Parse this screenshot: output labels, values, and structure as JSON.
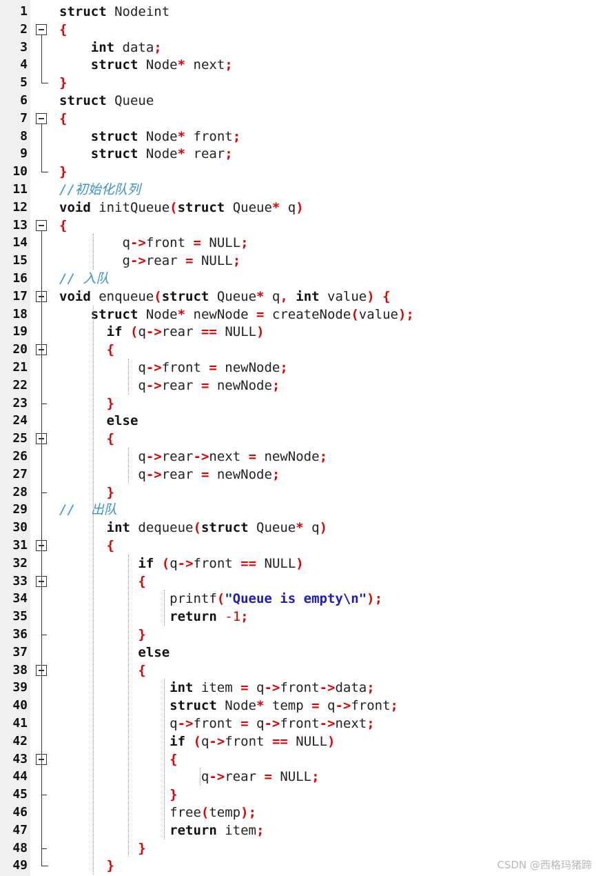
{
  "lines": [
    {
      "n": "1",
      "t": [
        [
          "kw",
          "struct"
        ],
        [
          "id",
          " Nodeint"
        ]
      ]
    },
    {
      "n": "2",
      "t": [
        [
          "br",
          "{"
        ]
      ]
    },
    {
      "n": "3",
      "t": [
        [
          "id",
          "    "
        ],
        [
          "kw",
          "int"
        ],
        [
          "id",
          " data"
        ],
        [
          "op",
          ";"
        ]
      ]
    },
    {
      "n": "4",
      "t": [
        [
          "id",
          "    "
        ],
        [
          "kw",
          "struct"
        ],
        [
          "id",
          " Node"
        ],
        [
          "op",
          "*"
        ],
        [
          "id",
          " next"
        ],
        [
          "op",
          ";"
        ]
      ]
    },
    {
      "n": "5",
      "t": [
        [
          "br",
          "}"
        ]
      ]
    },
    {
      "n": "6",
      "t": [
        [
          "kw",
          "struct"
        ],
        [
          "id",
          " Queue"
        ]
      ]
    },
    {
      "n": "7",
      "t": [
        [
          "br",
          "{"
        ]
      ]
    },
    {
      "n": "8",
      "t": [
        [
          "id",
          "    "
        ],
        [
          "kw",
          "struct"
        ],
        [
          "id",
          " Node"
        ],
        [
          "op",
          "*"
        ],
        [
          "id",
          " front"
        ],
        [
          "op",
          ";"
        ]
      ]
    },
    {
      "n": "9",
      "t": [
        [
          "id",
          "    "
        ],
        [
          "kw",
          "struct"
        ],
        [
          "id",
          " Node"
        ],
        [
          "op",
          "*"
        ],
        [
          "id",
          " rear"
        ],
        [
          "op",
          ";"
        ]
      ]
    },
    {
      "n": "10",
      "t": [
        [
          "br",
          "}"
        ]
      ]
    },
    {
      "n": "11",
      "t": [
        [
          "cm",
          "//初始化队列"
        ]
      ]
    },
    {
      "n": "12",
      "t": [
        [
          "kw",
          "void"
        ],
        [
          "id",
          " initQueue"
        ],
        [
          "op",
          "("
        ],
        [
          "kw",
          "struct"
        ],
        [
          "id",
          " Queue"
        ],
        [
          "op",
          "*"
        ],
        [
          "id",
          " q"
        ],
        [
          "op",
          ")"
        ]
      ]
    },
    {
      "n": "13",
      "t": [
        [
          "br",
          "{"
        ]
      ]
    },
    {
      "n": "14",
      "t": [
        [
          "id",
          "        q"
        ],
        [
          "op",
          "->"
        ],
        [
          "id",
          "front "
        ],
        [
          "op",
          "="
        ],
        [
          "id",
          " NULL"
        ],
        [
          "op",
          ";"
        ]
      ]
    },
    {
      "n": "15",
      "t": [
        [
          "id",
          "        g"
        ],
        [
          "op",
          "->"
        ],
        [
          "id",
          "rear "
        ],
        [
          "op",
          "="
        ],
        [
          "id",
          " NULL"
        ],
        [
          "op",
          ";"
        ]
      ]
    },
    {
      "n": "16",
      "t": [
        [
          "cm",
          "// 入队"
        ]
      ]
    },
    {
      "n": "17",
      "t": [
        [
          "kw",
          "void"
        ],
        [
          "id",
          " enqueue"
        ],
        [
          "op",
          "("
        ],
        [
          "kw",
          "struct"
        ],
        [
          "id",
          " Queue"
        ],
        [
          "op",
          "*"
        ],
        [
          "id",
          " q"
        ],
        [
          "op",
          ","
        ],
        [
          "id",
          " "
        ],
        [
          "kw",
          "int"
        ],
        [
          "id",
          " value"
        ],
        [
          "op",
          ")"
        ],
        [
          "id",
          " "
        ],
        [
          "br",
          "{"
        ]
      ]
    },
    {
      "n": "18",
      "t": [
        [
          "id",
          "    "
        ],
        [
          "kw",
          "struct"
        ],
        [
          "id",
          " Node"
        ],
        [
          "op",
          "*"
        ],
        [
          "id",
          " newNode "
        ],
        [
          "op",
          "="
        ],
        [
          "id",
          " createNode"
        ],
        [
          "op",
          "("
        ],
        [
          "id",
          "value"
        ],
        [
          "op",
          ");"
        ]
      ]
    },
    {
      "n": "19",
      "t": [
        [
          "id",
          "      "
        ],
        [
          "kw",
          "if"
        ],
        [
          "id",
          " "
        ],
        [
          "op",
          "("
        ],
        [
          "id",
          "q"
        ],
        [
          "op",
          "->"
        ],
        [
          "id",
          "rear "
        ],
        [
          "op",
          "=="
        ],
        [
          "id",
          " NULL"
        ],
        [
          "op",
          ")"
        ]
      ]
    },
    {
      "n": "20",
      "t": [
        [
          "id",
          "      "
        ],
        [
          "br",
          "{"
        ]
      ]
    },
    {
      "n": "21",
      "t": [
        [
          "id",
          "          q"
        ],
        [
          "op",
          "->"
        ],
        [
          "id",
          "front "
        ],
        [
          "op",
          "="
        ],
        [
          "id",
          " newNode"
        ],
        [
          "op",
          ";"
        ]
      ]
    },
    {
      "n": "22",
      "t": [
        [
          "id",
          "          q"
        ],
        [
          "op",
          "->"
        ],
        [
          "id",
          "rear "
        ],
        [
          "op",
          "="
        ],
        [
          "id",
          " newNode"
        ],
        [
          "op",
          ";"
        ]
      ]
    },
    {
      "n": "23",
      "t": [
        [
          "id",
          "      "
        ],
        [
          "br",
          "}"
        ]
      ]
    },
    {
      "n": "24",
      "t": [
        [
          "id",
          "      "
        ],
        [
          "kw",
          "else"
        ]
      ]
    },
    {
      "n": "25",
      "t": [
        [
          "id",
          "      "
        ],
        [
          "br",
          "{"
        ]
      ]
    },
    {
      "n": "26",
      "t": [
        [
          "id",
          "          q"
        ],
        [
          "op",
          "->"
        ],
        [
          "id",
          "rear"
        ],
        [
          "op",
          "->"
        ],
        [
          "id",
          "next "
        ],
        [
          "op",
          "="
        ],
        [
          "id",
          " newNode"
        ],
        [
          "op",
          ";"
        ]
      ]
    },
    {
      "n": "27",
      "t": [
        [
          "id",
          "          q"
        ],
        [
          "op",
          "->"
        ],
        [
          "id",
          "rear "
        ],
        [
          "op",
          "="
        ],
        [
          "id",
          " newNode"
        ],
        [
          "op",
          ";"
        ]
      ]
    },
    {
      "n": "28",
      "t": [
        [
          "id",
          "      "
        ],
        [
          "br",
          "}"
        ]
      ]
    },
    {
      "n": "29",
      "t": [
        [
          "cm",
          "//  出队"
        ]
      ]
    },
    {
      "n": "30",
      "t": [
        [
          "id",
          "      "
        ],
        [
          "kw",
          "int"
        ],
        [
          "id",
          " dequeue"
        ],
        [
          "op",
          "("
        ],
        [
          "kw",
          "struct"
        ],
        [
          "id",
          " Queue"
        ],
        [
          "op",
          "*"
        ],
        [
          "id",
          " q"
        ],
        [
          "op",
          ")"
        ]
      ]
    },
    {
      "n": "31",
      "t": [
        [
          "id",
          "      "
        ],
        [
          "br",
          "{"
        ]
      ]
    },
    {
      "n": "32",
      "t": [
        [
          "id",
          "          "
        ],
        [
          "kw",
          "if"
        ],
        [
          "id",
          " "
        ],
        [
          "op",
          "("
        ],
        [
          "id",
          "q"
        ],
        [
          "op",
          "->"
        ],
        [
          "id",
          "front "
        ],
        [
          "op",
          "=="
        ],
        [
          "id",
          " NULL"
        ],
        [
          "op",
          ")"
        ]
      ]
    },
    {
      "n": "33",
      "t": [
        [
          "id",
          "          "
        ],
        [
          "br",
          "{"
        ]
      ]
    },
    {
      "n": "34",
      "t": [
        [
          "id",
          "              printf"
        ],
        [
          "op",
          "("
        ],
        [
          "str",
          "\"Queue is empty\\n\""
        ],
        [
          "op",
          ");"
        ]
      ]
    },
    {
      "n": "35",
      "t": [
        [
          "id",
          "              "
        ],
        [
          "kw",
          "return"
        ],
        [
          "id",
          " "
        ],
        [
          "num",
          "-1"
        ],
        [
          "op",
          ";"
        ]
      ]
    },
    {
      "n": "36",
      "t": [
        [
          "id",
          "          "
        ],
        [
          "br",
          "}"
        ]
      ]
    },
    {
      "n": "37",
      "t": [
        [
          "id",
          "          "
        ],
        [
          "kw",
          "else"
        ]
      ]
    },
    {
      "n": "38",
      "t": [
        [
          "id",
          "          "
        ],
        [
          "br",
          "{"
        ]
      ]
    },
    {
      "n": "39",
      "t": [
        [
          "id",
          "              "
        ],
        [
          "kw",
          "int"
        ],
        [
          "id",
          " item "
        ],
        [
          "op",
          "="
        ],
        [
          "id",
          " q"
        ],
        [
          "op",
          "->"
        ],
        [
          "id",
          "front"
        ],
        [
          "op",
          "->"
        ],
        [
          "id",
          "data"
        ],
        [
          "op",
          ";"
        ]
      ]
    },
    {
      "n": "40",
      "t": [
        [
          "id",
          "              "
        ],
        [
          "kw",
          "struct"
        ],
        [
          "id",
          " Node"
        ],
        [
          "op",
          "*"
        ],
        [
          "id",
          " temp "
        ],
        [
          "op",
          "="
        ],
        [
          "id",
          " q"
        ],
        [
          "op",
          "->"
        ],
        [
          "id",
          "front"
        ],
        [
          "op",
          ";"
        ]
      ]
    },
    {
      "n": "41",
      "t": [
        [
          "id",
          "              q"
        ],
        [
          "op",
          "->"
        ],
        [
          "id",
          "front "
        ],
        [
          "op",
          "="
        ],
        [
          "id",
          " q"
        ],
        [
          "op",
          "->"
        ],
        [
          "id",
          "front"
        ],
        [
          "op",
          "->"
        ],
        [
          "id",
          "next"
        ],
        [
          "op",
          ";"
        ]
      ]
    },
    {
      "n": "42",
      "t": [
        [
          "id",
          "              "
        ],
        [
          "kw",
          "if"
        ],
        [
          "id",
          " "
        ],
        [
          "op",
          "("
        ],
        [
          "id",
          "q"
        ],
        [
          "op",
          "->"
        ],
        [
          "id",
          "front "
        ],
        [
          "op",
          "=="
        ],
        [
          "id",
          " NULL"
        ],
        [
          "op",
          ")"
        ]
      ]
    },
    {
      "n": "43",
      "t": [
        [
          "id",
          "              "
        ],
        [
          "br",
          "{"
        ]
      ]
    },
    {
      "n": "44",
      "t": [
        [
          "id",
          "                  q"
        ],
        [
          "op",
          "->"
        ],
        [
          "id",
          "rear "
        ],
        [
          "op",
          "="
        ],
        [
          "id",
          " NULL"
        ],
        [
          "op",
          ";"
        ]
      ]
    },
    {
      "n": "45",
      "t": [
        [
          "id",
          "              "
        ],
        [
          "br",
          "}"
        ]
      ]
    },
    {
      "n": "46",
      "t": [
        [
          "id",
          "              free"
        ],
        [
          "op",
          "("
        ],
        [
          "id",
          "temp"
        ],
        [
          "op",
          ");"
        ]
      ]
    },
    {
      "n": "47",
      "t": [
        [
          "id",
          "              "
        ],
        [
          "kw",
          "return"
        ],
        [
          "id",
          " item"
        ],
        [
          "op",
          ";"
        ]
      ]
    },
    {
      "n": "48",
      "t": [
        [
          "id",
          "          "
        ],
        [
          "br",
          "}"
        ]
      ]
    },
    {
      "n": "49",
      "t": [
        [
          "id",
          "      "
        ],
        [
          "br",
          "}"
        ]
      ]
    }
  ],
  "folds": [
    2,
    7,
    13,
    17,
    20,
    25,
    31,
    33,
    38,
    43
  ],
  "watermark": "CSDN @西格玛猪蹄"
}
